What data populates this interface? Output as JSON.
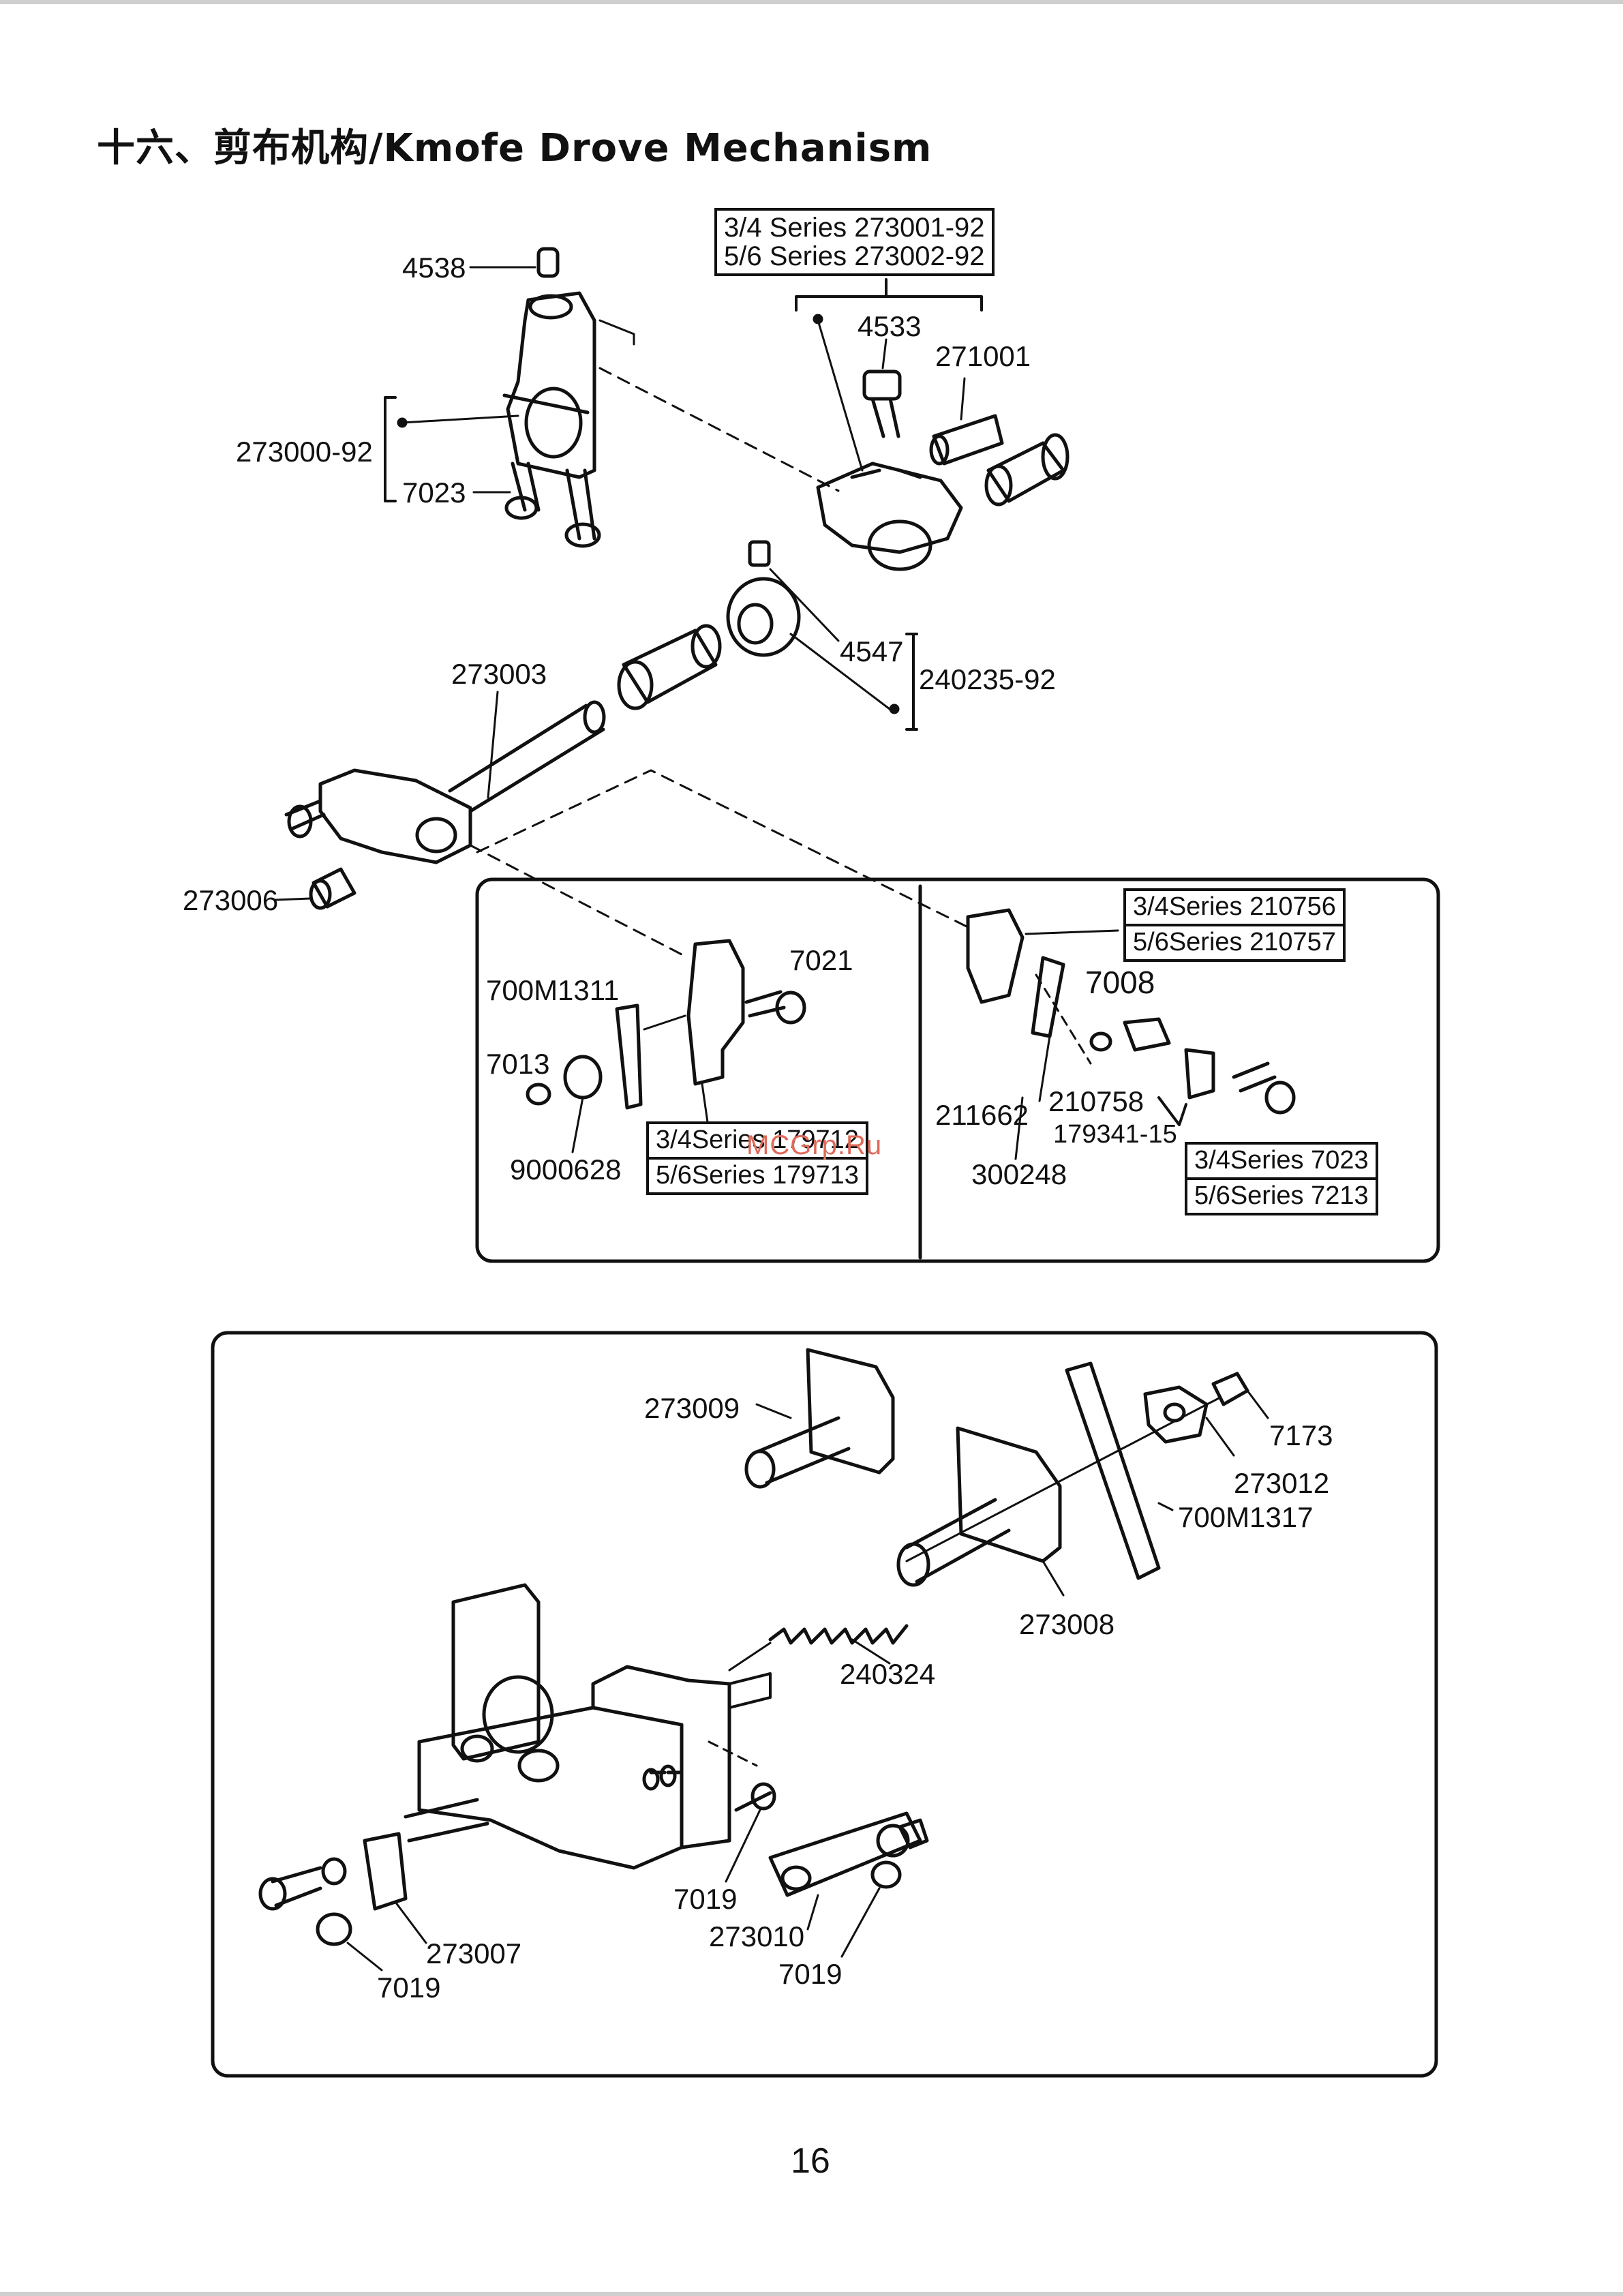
{
  "page": {
    "title": "十六、剪布机构/Kmofe Drove  Mechanism",
    "page_number": "16",
    "watermark": "MCGrp.Ru"
  },
  "callouts_top": {
    "series_header": [
      "3/4 Series 273001-92",
      "5/6 Series 273002-92"
    ],
    "p4538": "4538",
    "p4533": "4533",
    "p271001": "271001",
    "p273000_92": "273000-92",
    "p7023": "7023",
    "p4547": "4547",
    "p240235_92": "240235-92",
    "p273003": "273003",
    "p273006": "273006"
  },
  "inset_left": {
    "p700M1311": "700M1311",
    "p7021": "7021",
    "p7013": "7013",
    "p9000628": "9000628",
    "series": [
      "3/4Series 179712",
      "5/6Series 179713"
    ]
  },
  "inset_right": {
    "series_top": [
      "3/4Series 210756",
      "5/6Series 210757"
    ],
    "p7008": "7008",
    "p211662": "211662",
    "p210758": "210758",
    "p179341_15": "179341-15",
    "p300248": "300248",
    "series_bottom": [
      "3/4Series 7023",
      "5/6Series 7213"
    ]
  },
  "lower_panel": {
    "p273009": "273009",
    "p7173": "7173",
    "p273012": "273012",
    "p700M1317": "700M1317",
    "p273008": "273008",
    "p240324": "240324",
    "p7019_a": "7019",
    "p273010": "273010",
    "p7019_b": "7019",
    "p273007": "273007",
    "p7019_c": "7019"
  }
}
